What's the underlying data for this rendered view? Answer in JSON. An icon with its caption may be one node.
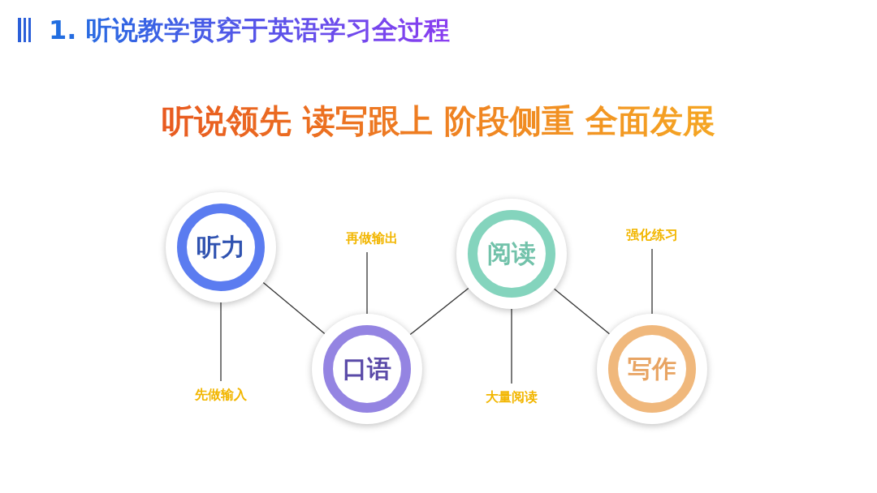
{
  "diagram": {
    "title": "1. 听说教学贯穿于英语学习全过程",
    "nodes": [
      {
        "text": [
          "听力"
        ]
      },
      {
        "text": [
          "口语"
        ]
      },
      {
        "text": [
          "阅读"
        ]
      },
      {
        "text": [
          "写作"
        ]
      },
      {
        "text": [
          "先做输入"
        ]
      },
      {
        "text": [
          "再做输出"
        ]
      },
      {
        "text": [
          "大量阅读"
        ]
      },
      {
        "text": [
          "强化练习"
        ]
      }
    ],
    "edges": [
      {
        "from": 0,
        "to": 1,
        "arrow": "none"
      },
      {
        "from": 1,
        "to": 2,
        "arrow": "none"
      },
      {
        "from": 2,
        "to": 3,
        "arrow": "none"
      },
      {
        "from": 0,
        "to": 4,
        "arrow": "none"
      },
      {
        "from": 1,
        "to": 5,
        "arrow": "none"
      },
      {
        "from": 2,
        "to": 6,
        "arrow": "none"
      },
      {
        "from": 3,
        "to": 7,
        "arrow": "none"
      }
    ],
    "labels": [
      "听说领先 读写跟上 阶段侧重 全面发展"
    ]
  }
}
